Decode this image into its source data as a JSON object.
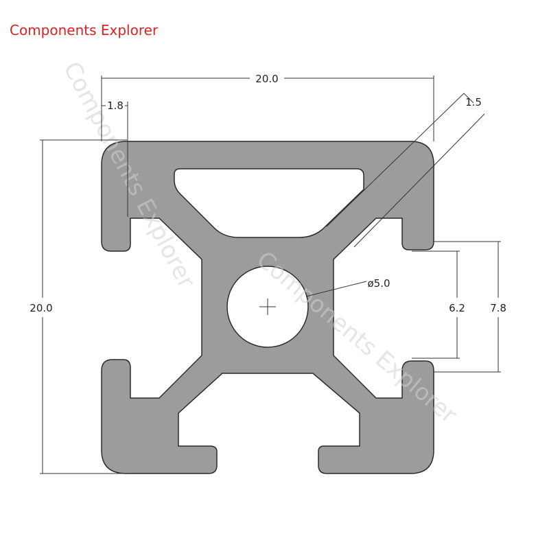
{
  "brand": {
    "title": "Components Explorer",
    "color": "#e02020"
  },
  "colors": {
    "profile_fill": "#9c9c9c",
    "profile_stroke": "#2a2a2a",
    "dimension_line": "#333333",
    "watermark": "#cfcfcf"
  },
  "watermark": {
    "text": "Components Explorer"
  },
  "dimensions": {
    "overall_width": "20.0",
    "overall_height": "20.0",
    "lip_thickness": "1.8",
    "wall_thickness": "1.5",
    "center_bore": "ø5.0",
    "slot_inner": "6.2",
    "slot_outer": "7.8"
  }
}
